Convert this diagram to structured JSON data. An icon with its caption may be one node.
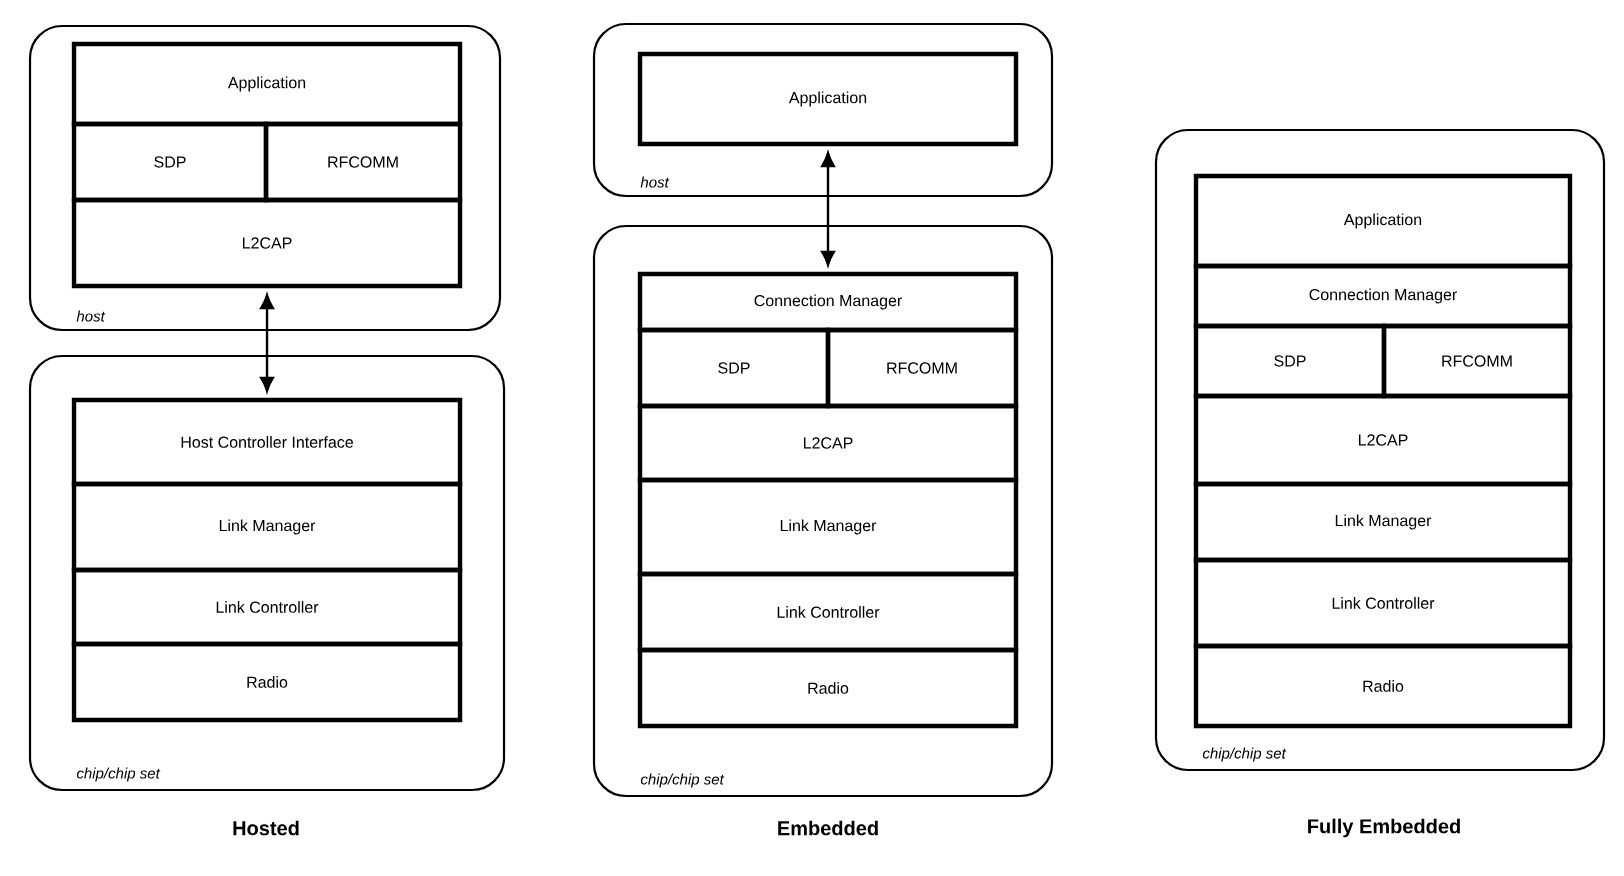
{
  "diagram": {
    "nodes": [
      {
        "text": [
          "host"
        ]
      },
      {
        "text": [
          "Application"
        ],
        "in": 0
      },
      {
        "text": [
          "SDP"
        ],
        "in": 0
      },
      {
        "text": [
          "RFCOMM"
        ],
        "in": 0
      },
      {
        "text": [
          "L2CAP"
        ],
        "in": 0
      },
      {
        "text": [
          "chip/chip set"
        ]
      },
      {
        "text": [
          "Host Controller Interface"
        ],
        "in": 5
      },
      {
        "text": [
          "Link Manager"
        ],
        "in": 5
      },
      {
        "text": [
          "Link Controller"
        ],
        "in": 5
      },
      {
        "text": [
          "Radio"
        ],
        "in": 5
      },
      {
        "text": [
          "host"
        ]
      },
      {
        "text": [
          "Application"
        ],
        "in": 10
      },
      {
        "text": [
          "chip/chip set"
        ]
      },
      {
        "text": [
          "Connection Manager"
        ],
        "in": 12
      },
      {
        "text": [
          "SDP"
        ],
        "in": 12
      },
      {
        "text": [
          "RFCOMM"
        ],
        "in": 12
      },
      {
        "text": [
          "L2CAP"
        ],
        "in": 12
      },
      {
        "text": [
          "Link Manager"
        ],
        "in": 12
      },
      {
        "text": [
          "Link Controller"
        ],
        "in": 12
      },
      {
        "text": [
          "Radio"
        ],
        "in": 12
      },
      {
        "text": [
          "chip/chip set"
        ]
      },
      {
        "text": [
          "Application"
        ],
        "in": 20
      },
      {
        "text": [
          "Connection Manager"
        ],
        "in": 20
      },
      {
        "text": [
          "SDP"
        ],
        "in": 20
      },
      {
        "text": [
          "RFCOMM"
        ],
        "in": 20
      },
      {
        "text": [
          "L2CAP"
        ],
        "in": 20
      },
      {
        "text": [
          "Link Manager"
        ],
        "in": 20
      },
      {
        "text": [
          "Link Controller"
        ],
        "in": 20
      },
      {
        "text": [
          "Radio"
        ],
        "in": 20
      }
    ],
    "edges": [
      {
        "from": 4,
        "to": 6,
        "arrow": "both"
      },
      {
        "from": 11,
        "to": 13,
        "arrow": "both"
      }
    ],
    "labels": [
      "Hosted",
      "Embedded",
      "Fully Embedded"
    ]
  }
}
